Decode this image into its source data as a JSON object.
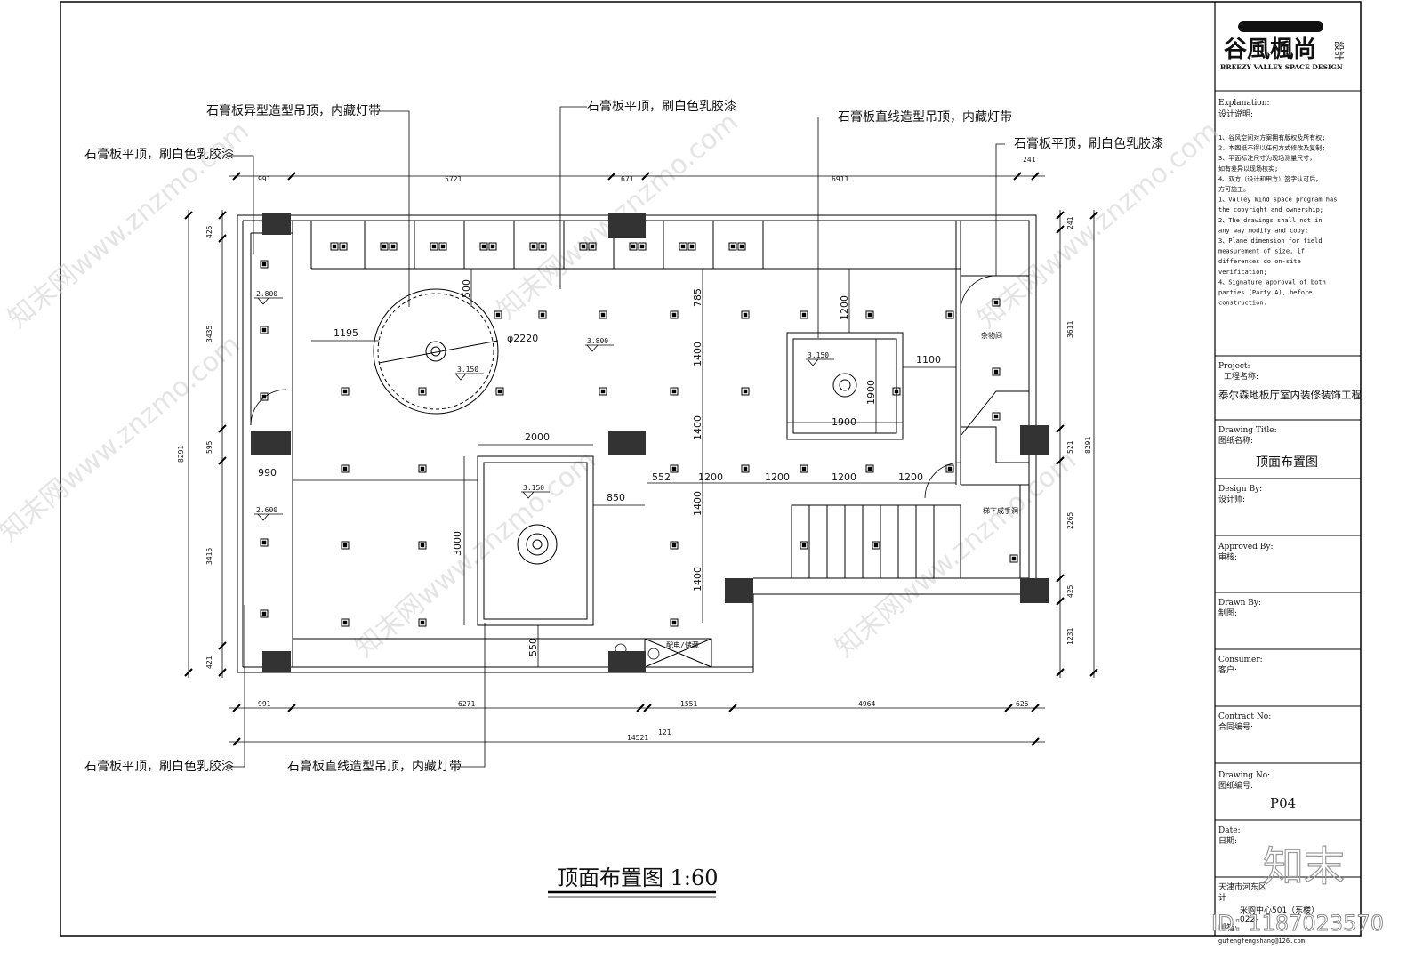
{
  "brand": {
    "logo_cn": "谷風楓尚",
    "logo_side": "設計",
    "logo_en": "BREEZY VALLEY SPACE DESIGN"
  },
  "labels": {
    "tl_special_ceiling": "石膏板异型造型吊顶，内藏灯带",
    "tl_flat_left": "石膏板平顶，刷白色乳胶漆",
    "top_flat_mid": "石膏板平顶，刷白色乳胶漆",
    "top_linear": "石膏板直线造型吊顶，内藏灯带",
    "top_flat_right": "石膏板平顶，刷白色乳胶漆",
    "bottom_flat_left": "石膏板平顶，刷白色乳胶漆",
    "bottom_linear": "石膏板直线造型吊顶，内藏灯带"
  },
  "room_labels": {
    "storage": "杂物间",
    "stair_rail": "梯下成手洞",
    "utility": "配电/储藏"
  },
  "dimensions": {
    "top": [
      "991",
      "5721",
      "671",
      "6911",
      "241"
    ],
    "bottom": [
      "991",
      "6271",
      "1551",
      "4964",
      "626"
    ],
    "bottom_small": "121",
    "bottom_total": "14521",
    "left": [
      "425",
      "3435",
      "595",
      "3415",
      "421"
    ],
    "left_total": "8291",
    "right": [
      "241",
      "3611",
      "521",
      "2265",
      "425",
      "1231"
    ],
    "right_total": "8291",
    "inner": {
      "d500": "500",
      "d785": "785",
      "d1195": "1195",
      "d_phi": "φ2220",
      "d1400a": "1400",
      "d1400b": "1400",
      "d1400c": "1400",
      "d1400d": "1400",
      "d1200_top": "1200",
      "d1100": "1100",
      "d1900_w": "1900",
      "d1900_h": "1900",
      "d2000": "2000",
      "d990": "990",
      "d552": "552",
      "d850": "850",
      "d1200_1": "1200",
      "d1200_2": "1200",
      "d1200_3": "1200",
      "d1200_4": "1200",
      "d3000": "3000",
      "d550": "550"
    },
    "levels": {
      "l2800": "2.800",
      "l3800": "3.800",
      "l3150a": "3.150",
      "l3150b": "3.150",
      "l3150c": "3.150",
      "l2600": "2.600"
    }
  },
  "drawing_title": "顶面布置图  1:60",
  "title_block": {
    "explanation_h": "Explanation:",
    "explanation_cn": "设计说明:",
    "notes": [
      "1、谷风空间对方案拥有版权及所有权;",
      "2、本图纸不得以任何方式修改及复制;",
      "3、平面标注尺寸为现场测量尺寸，",
      "如有差异以现场核实;",
      "4、双方（设计和甲方）签字认可后，",
      "方可施工。",
      "1、Valley Wind space program has",
      "the copyright and ownership;",
      "2、The drawings shall not in",
      "any way modify and copy;",
      "3、Plane dimension for field",
      "measurement of size, if",
      "differences do on-site",
      "verification;",
      "4、Signature approval of both",
      "parties (Party A), before",
      "construction."
    ],
    "project_h": "Project:",
    "project_cn": "工程名称:",
    "project_value": "泰尔森地板厅室内装修装饰工程",
    "title_h": "Drawing Title:",
    "title_cn": "图纸名称:",
    "title_value": "顶面布置图",
    "design_h": "Design By:",
    "design_cn": "设计师:",
    "approved_h": "Approved By:",
    "approved_cn": "审核:",
    "drawn_h": "Drawn By:",
    "drawn_cn": "制图:",
    "consumer_h": "Consumer:",
    "consumer_cn": "客户:",
    "contract_h": "Contract No:",
    "contract_cn": "合同编号:",
    "drawing_no_h": "Drawing No:",
    "drawing_no_cn": "图纸编号:",
    "drawing_no_value": "P04",
    "date_h": "Date:",
    "date_cn": "日期:",
    "address1": "天津市河东区",
    "address2": "计",
    "address3": "采购中心501（东楼）",
    "phone": "022-",
    "email_label": "邮箱:",
    "email": "gufengfengshang@126.com"
  },
  "watermark": {
    "text": "知末网www.znzmo.com",
    "brand": "知末",
    "id": "ID: 1187023570"
  }
}
